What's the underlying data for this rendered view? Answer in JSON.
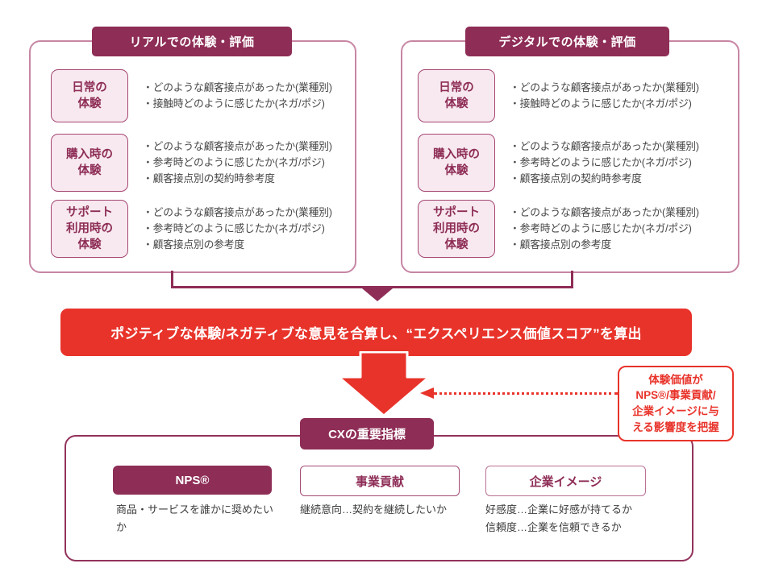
{
  "colors": {
    "maroon": "#8e2d56",
    "panel_border": "#c786a4",
    "box_fill": "#f7e9ef",
    "box_border": "#a54673",
    "red": "#e8332a",
    "bullet_text": "#474747",
    "desc_text": "#3c3c3c"
  },
  "panels": [
    {
      "title": "リアルでの体験・評価",
      "rows": [
        {
          "label": "日常の\n体験",
          "bullets": [
            "・どのような顧客接点があったか(業種別)",
            "・接触時どのように感じたか(ネガ/ポジ)"
          ]
        },
        {
          "label": "購入時の\n体験",
          "bullets": [
            "・どのような顧客接点があったか(業種別)",
            "・参考時どのように感じたか(ネガ/ポジ)",
            "・顧客接点別の契約時参考度"
          ]
        },
        {
          "label": "サポート\n利用時の\n体験",
          "bullets": [
            "・どのような顧客接点があったか(業種別)",
            "・参考時どのように感じたか(ネガ/ポジ)",
            "・顧客接点別の参考度"
          ]
        }
      ]
    },
    {
      "title": "デジタルでの体験・評価",
      "rows": [
        {
          "label": "日常の\n体験",
          "bullets": [
            "・どのような顧客接点があったか(業種別)",
            "・接触時どのように感じたか(ネガ/ポジ)"
          ]
        },
        {
          "label": "購入時の\n体験",
          "bullets": [
            "・どのような顧客接点があったか(業種別)",
            "・参考時どのように感じたか(ネガ/ポジ)",
            "・顧客接点別の契約時参考度"
          ]
        },
        {
          "label": "サポート\n利用時の\n体験",
          "bullets": [
            "・どのような顧客接点があったか(業種別)",
            "・参考時どのように感じたか(ネガ/ポジ)",
            "・顧客接点別の参考度"
          ]
        }
      ]
    }
  ],
  "banner": {
    "text": "ポジティブな体験/ネガティブな意見を合算し、“エクスペリエンス価値スコア”を算出"
  },
  "annotation": {
    "text": "体験価値が\nNPS®/事業貢献/\n企業イメージに与\nえる影響度を把握"
  },
  "cx": {
    "title": "CXの重要指標",
    "metrics": [
      {
        "label": "NPS®",
        "description": "商品・サービスを誰かに奨めたいか"
      },
      {
        "label": "事業貢献",
        "description": "継続意向…契約を継続したいか"
      },
      {
        "label": "企業イメージ",
        "description": "好感度…企業に好感が持てるか\n信頼度…企業を信頼できるか"
      }
    ]
  }
}
